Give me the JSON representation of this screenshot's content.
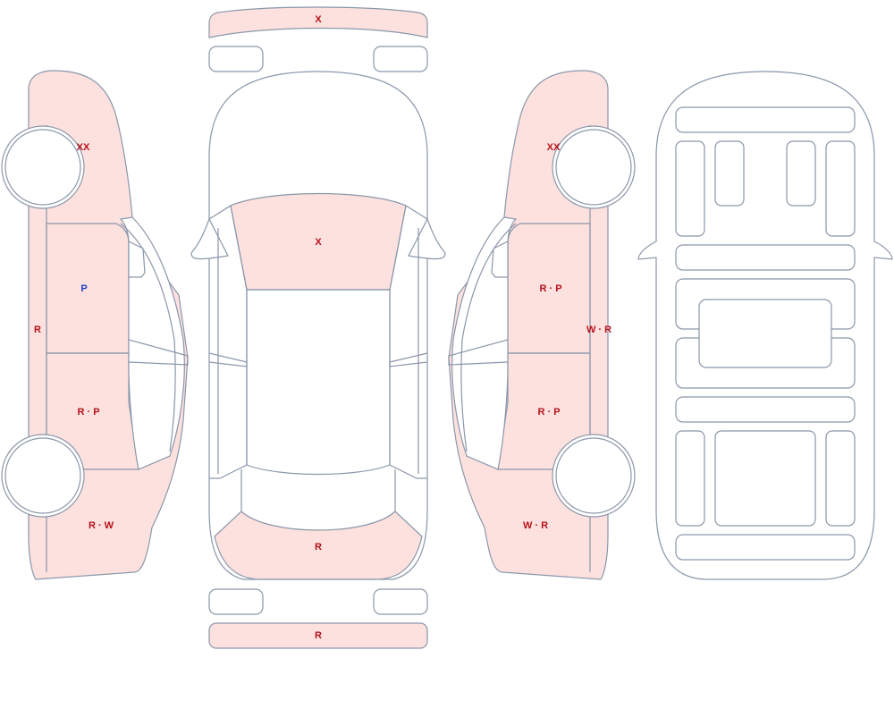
{
  "colors": {
    "panel_outline": "#8a97ab",
    "damaged_fill": "#fde1de",
    "label_red": "#b5121b",
    "label_blue": "#1b3fc4"
  },
  "labels": {
    "front_bumper": "X",
    "hood": "X",
    "trunk": "R",
    "rear_bumper": "R",
    "left_front_fender": "XX",
    "left_front_door": "P",
    "left_rocker": "R",
    "left_rear_door": "R · P",
    "left_quarter": "R · W",
    "right_front_fender": "XX",
    "right_front_door": "R · P",
    "right_rocker": "W · R",
    "right_rear_door": "R · P",
    "right_quarter": "W · R"
  }
}
